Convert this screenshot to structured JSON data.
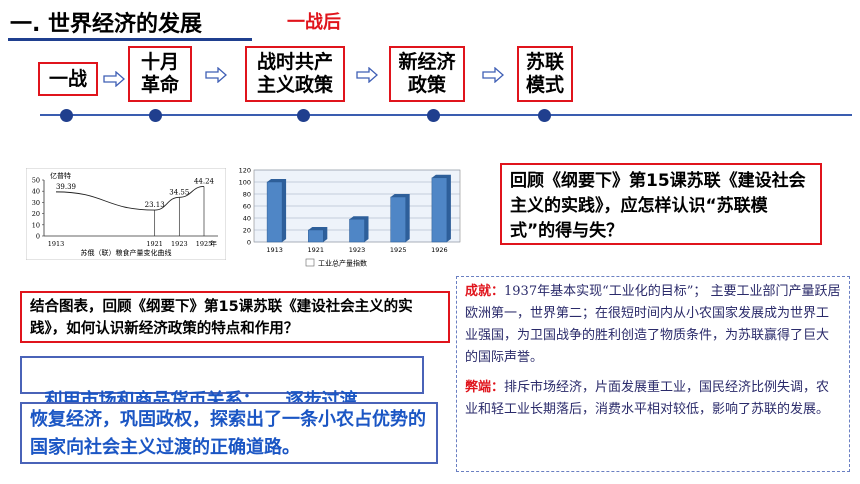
{
  "header": {
    "title": "一. 世界经济的发展",
    "subtitle": "一战后"
  },
  "timeline": [
    {
      "label": "一战"
    },
    {
      "label": "十月\n革命"
    },
    {
      "label": "战时共产\n主义政策"
    },
    {
      "label": "新经济\n政策"
    },
    {
      "label": "苏联\n模式"
    }
  ],
  "line_chart": {
    "type": "line",
    "ylabel": "亿普特",
    "caption": "苏俄（联）粮食产量变化曲线",
    "x_suffix": "年",
    "x": [
      "1913",
      "1921",
      "1923",
      "1925"
    ],
    "values": [
      39.39,
      23.13,
      34.55,
      44.24
    ],
    "value_labels": [
      "39.39",
      "23.13",
      "34.55",
      "44.24"
    ],
    "ylim": [
      0,
      50
    ],
    "y_ticks": [
      "50",
      "40",
      "30",
      "20",
      "10",
      "0"
    ]
  },
  "chart_data": {
    "type": "bar",
    "categories": [
      "1913",
      "1921",
      "1923",
      "1925",
      "1926"
    ],
    "values": [
      100,
      20,
      38,
      75,
      107
    ],
    "ylim": [
      0,
      120
    ],
    "y_ticks": [
      "120",
      "100",
      "80",
      "60",
      "40",
      "20",
      "0"
    ],
    "legend": "工业总产量指数",
    "legend_placement": "bottom",
    "grid": true,
    "color": "#4f86c6"
  },
  "question_right": "回顾《纲要下》第15课苏联《建设社会主义的实践》，应怎样认识“苏联模式”的得与失？",
  "question_left": "结合图表，回顾《纲要下》第15课苏联《建设社会主义的实践》，如何认识新经济政策的特点和作用？",
  "answer_1": "利用市场和商品货币关系；    逐步过渡",
  "answer_2": "恢复经济，巩固政权，探索出了一条小农占优势的国家向社会主义过渡的正确道路。",
  "evaluation": {
    "achievement_label": "成就：",
    "achievement_text": "1937年基本实现“工业化的目标”；  主要工业部门产量跃居欧洲第一，世界第二；在很短时间内从小农国家发展成为世界工业强国，为卫国战争的胜利创造了物质条件，为苏联赢得了巨大的国际声誉。",
    "drawback_label": "弊端：",
    "drawback_text": "排斥市场经济，片面发展重工业，国民经济比例失调，农业和轻工业长期落后，消费水平相对较低，影响了苏联的发展。"
  }
}
